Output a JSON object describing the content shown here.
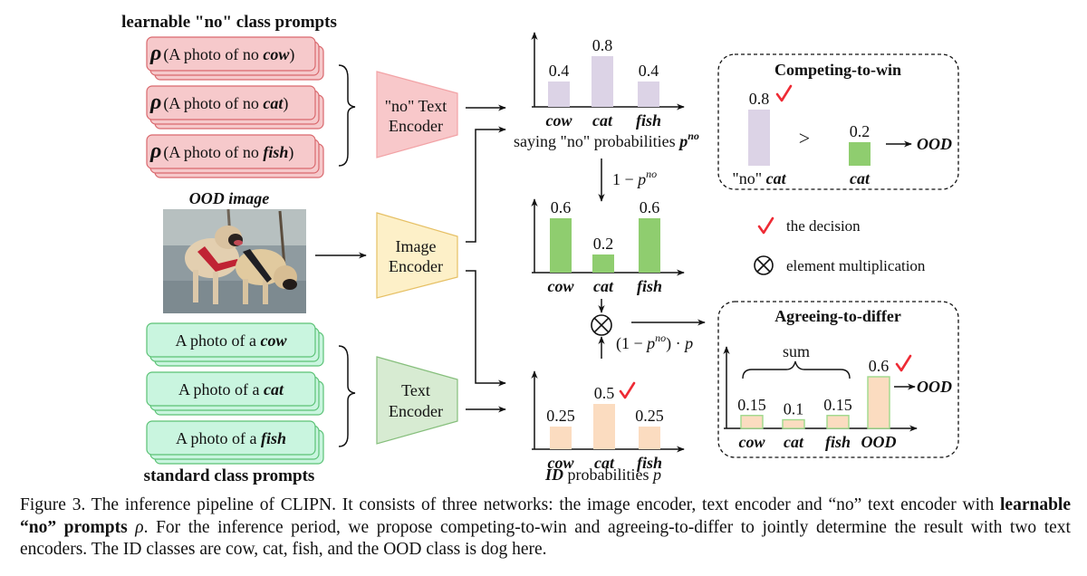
{
  "prompts": {
    "no_title": "learnable \"no\" class prompts",
    "rho": "ρ",
    "no_prefix": "(A photo of no ",
    "no_suffix": ")",
    "standard_title": "standard class prompts",
    "standard_prefix": "A photo of a ",
    "classes": [
      "cow",
      "cat",
      "fish"
    ]
  },
  "ood_image": {
    "title": "OOD image",
    "description": "two pugs wearing harnesses standing in shallow water"
  },
  "encoders": {
    "no_text": [
      "\"no\" Text",
      "Encoder"
    ],
    "image": [
      "Image",
      "Encoder"
    ],
    "text": [
      "Text",
      "Encoder"
    ]
  },
  "colors": {
    "no_prompt_fill": "#f6c9cb",
    "no_prompt_stroke": "#d9686d",
    "std_prompt_fill": "#c9f5df",
    "std_prompt_stroke": "#5bc275",
    "no_encoder_fill": "#f8c8ca",
    "image_encoder_fill": "#fdf0c8",
    "image_encoder_stroke": "#e6c065",
    "text_encoder_fill": "#d7ebd2",
    "text_encoder_stroke": "#86bf7c",
    "no_bar": "#dcd3e6",
    "green_bar": "#8fcd6f",
    "id_bar": "#fbdcc0",
    "ood_bar_stroke": "#9ed98a",
    "check": "#ee2b35"
  },
  "labels": {
    "no_prob": "saying \"no\" probabilities ",
    "p": "p",
    "no_sup": "no",
    "one_minus": "1 − ",
    "product_open": "(1 − ",
    "product_close": ") · ",
    "id_bold": "ID",
    "id_rest": " probabilities ",
    "legend_check": "the decision",
    "legend_mult": "element multiplication",
    "sum": "sum",
    "ood": "OOD",
    "greater": ">",
    "no_cat_quote": "\"no\" ",
    "cat": "cat"
  },
  "panels": {
    "competing_title": "Competing-to-win",
    "agreeing_title": "Agreeing-to-differ"
  },
  "chart_data": [
    {
      "type": "bar",
      "title": "saying \"no\" probabilities p^no",
      "categories": [
        "cow",
        "cat",
        "fish"
      ],
      "values": [
        0.4,
        0.8,
        0.4
      ],
      "value_labels": [
        "0.4",
        "0.8",
        "0.4"
      ],
      "ylim": [
        0,
        1
      ]
    },
    {
      "type": "bar",
      "title": "1 − p^no",
      "categories": [
        "cow",
        "cat",
        "fish"
      ],
      "values": [
        0.6,
        0.2,
        0.6
      ],
      "value_labels": [
        "0.6",
        "0.2",
        "0.6"
      ],
      "ylim": [
        0,
        1
      ]
    },
    {
      "type": "bar",
      "title": "ID probabilities p",
      "categories": [
        "cow",
        "cat",
        "fish"
      ],
      "values": [
        0.25,
        0.5,
        0.25
      ],
      "value_labels": [
        "0.25",
        "0.5",
        "0.25"
      ],
      "decision": "cat",
      "ylim": [
        0,
        1
      ]
    },
    {
      "type": "bar",
      "title": "Competing-to-win",
      "categories": [
        "\"no\" cat",
        "cat"
      ],
      "values": [
        0.8,
        0.2
      ],
      "value_labels": [
        "0.8",
        "0.2"
      ],
      "decision": "\"no\" cat",
      "result": "OOD"
    },
    {
      "type": "bar",
      "title": "Agreeing-to-differ",
      "categories": [
        "cow",
        "cat",
        "fish",
        "OOD"
      ],
      "values": [
        0.15,
        0.1,
        0.15,
        0.6
      ],
      "value_labels": [
        "0.15",
        "0.1",
        "0.15",
        "0.6"
      ],
      "annotation": "sum",
      "decision": "OOD",
      "result": "OOD"
    }
  ],
  "caption": {
    "line1_a": "Figure 3. The inference pipeline of CLIPN. It consists of three networks: the image encoder, text encoder and “no” text encoder with ",
    "line2_bold": "learnable “no” prompts",
    "line2_rho": " ρ",
    "line2_rest": ". For the inference period, we propose competing-to-win and agreeing-to-differ to jointly determine the result with two text encoders. The ID classes are cow, cat, fish, and the OOD class is dog here."
  }
}
